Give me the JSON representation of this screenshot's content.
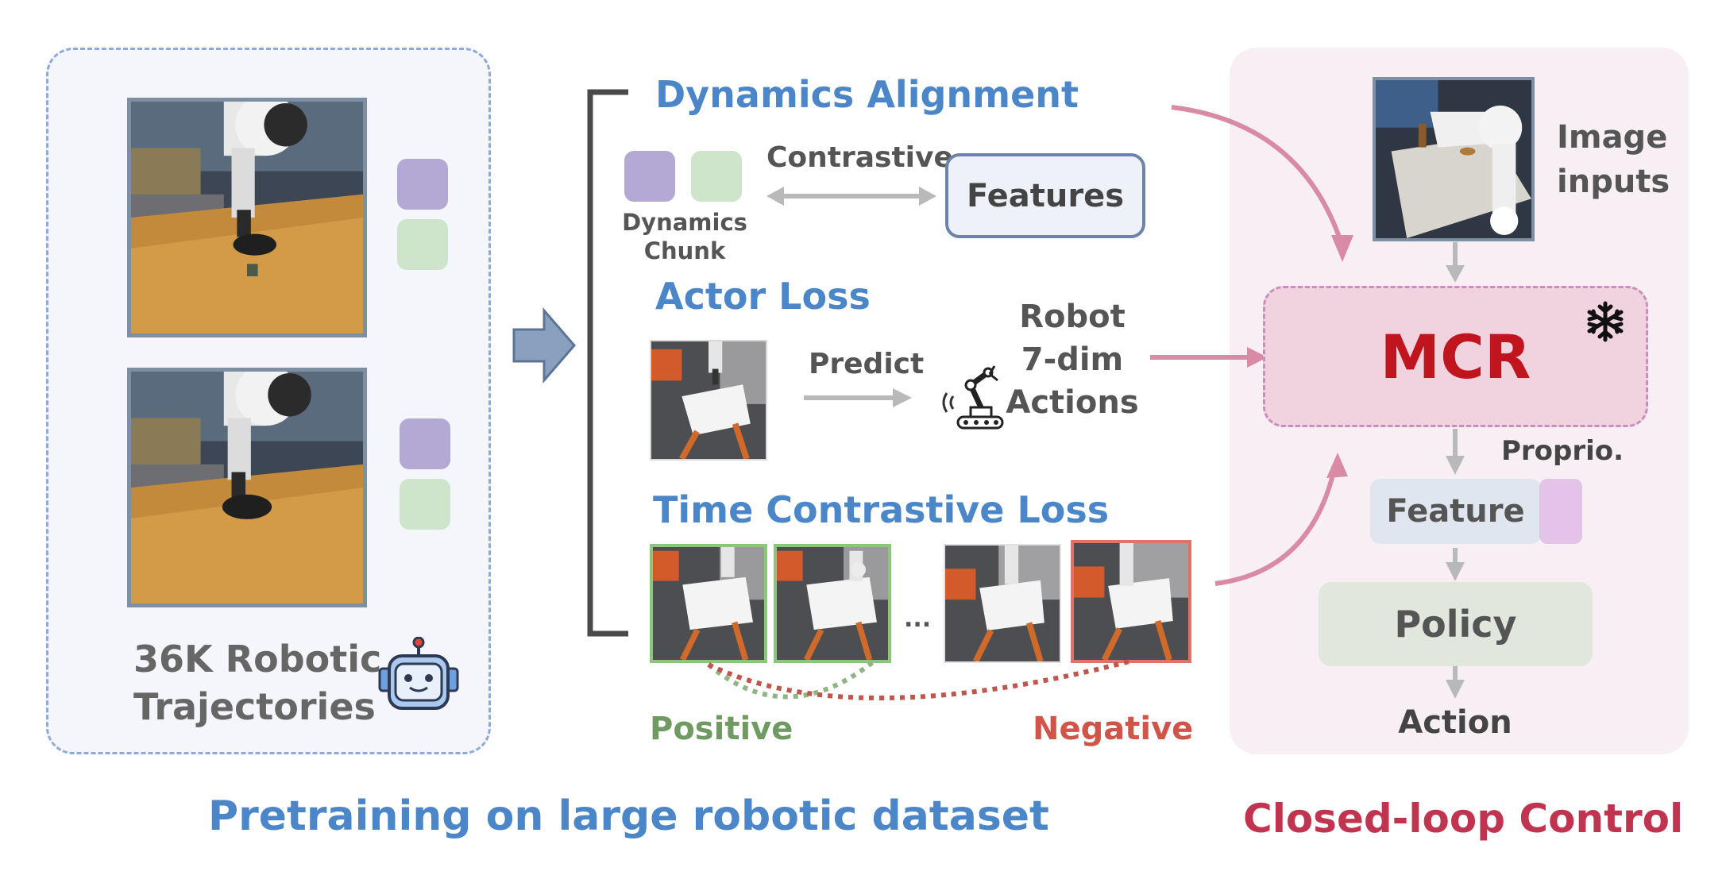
{
  "left_panel": {
    "dataset_caption_line1": "36K Robotic",
    "dataset_caption_line2": "Trajectories",
    "section_caption": "Pretraining on large robotic dataset"
  },
  "middle": {
    "dynamics_alignment": {
      "title": "Dynamics Alignment",
      "arrow_label": "Contrastive",
      "chunk_label_line1": "Dynamics",
      "chunk_label_line2": "Chunk",
      "features_box": "Features"
    },
    "actor_loss": {
      "title": "Actor Loss",
      "arrow_label": "Predict",
      "actions_line1": "Robot",
      "actions_line2": "7-dim",
      "actions_line3": "Actions"
    },
    "time_contrastive": {
      "title": "Time Contrastive Loss",
      "ellipsis": "...",
      "positive_label": "Positive",
      "negative_label": "Negative"
    }
  },
  "right_panel": {
    "image_inputs_line1": "Image",
    "image_inputs_line2": "inputs",
    "mcr_label": "MCR",
    "proprio_label": "Proprio.",
    "feature_label": "Feature",
    "policy_label": "Policy",
    "action_label": "Action",
    "section_caption": "Closed-loop Control"
  },
  "colors": {
    "blue_title": "#4a86c8",
    "red_title": "#c0344f",
    "mcr_red": "#c0141e",
    "pink_arrow": "#d98aa4",
    "positive_green": "#6f9a62",
    "negative_red": "#d05548"
  },
  "icons": [
    "robot-face-icon",
    "robot-arm-icon",
    "snowflake-icon"
  ]
}
